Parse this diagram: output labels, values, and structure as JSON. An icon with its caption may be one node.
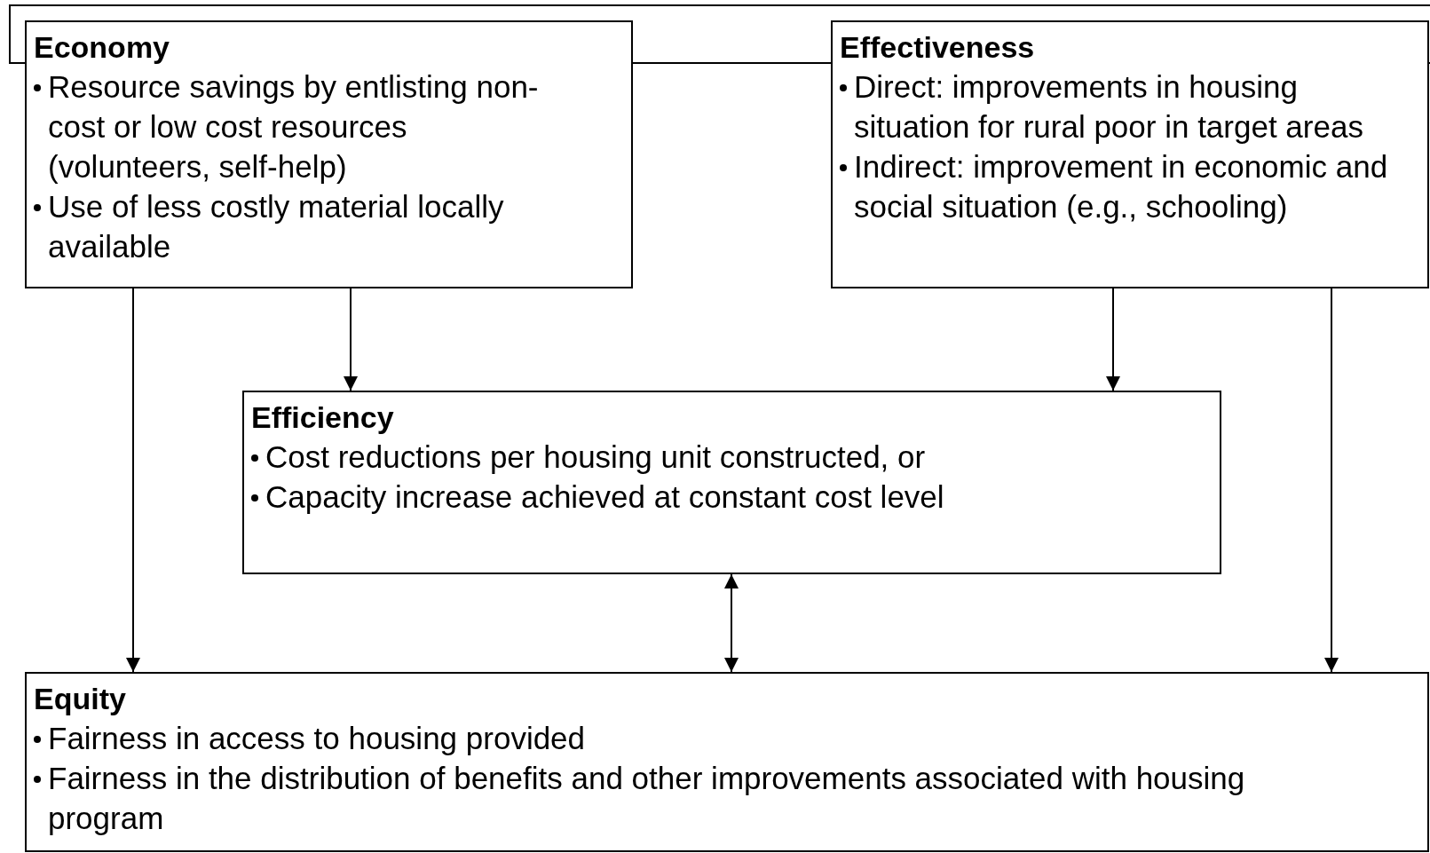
{
  "diagram": {
    "nodes": [
      {
        "text": [
          "Economy",
          "Resource savings by entlisting non-cost or low cost resources (volunteers, self-help)",
          "Use of less costly material locally available"
        ]
      },
      {
        "text": [
          "Effectiveness",
          "Direct: improvements in housing situation for rural poor in target areas",
          "Indirect: improvement in economic and social situation (e.g., schooling)"
        ]
      },
      {
        "text": [
          "Efficiency",
          "Cost reductions per housing unit constructed, or",
          "Capacity increase achieved at constant cost level"
        ]
      },
      {
        "text": [
          "Equity",
          "Fairness in access to housing provided",
          "Fairness in the distribution of benefits and other improvements associated with housing program"
        ]
      }
    ],
    "edges": [
      {
        "from": 0,
        "to": 3,
        "arrow": "to"
      },
      {
        "from": 0,
        "to": 2,
        "arrow": "to"
      },
      {
        "from": 1,
        "to": 2,
        "arrow": "to"
      },
      {
        "from": 1,
        "to": 3,
        "arrow": "to"
      },
      {
        "from": 2,
        "to": 3,
        "arrow": "both"
      }
    ]
  }
}
